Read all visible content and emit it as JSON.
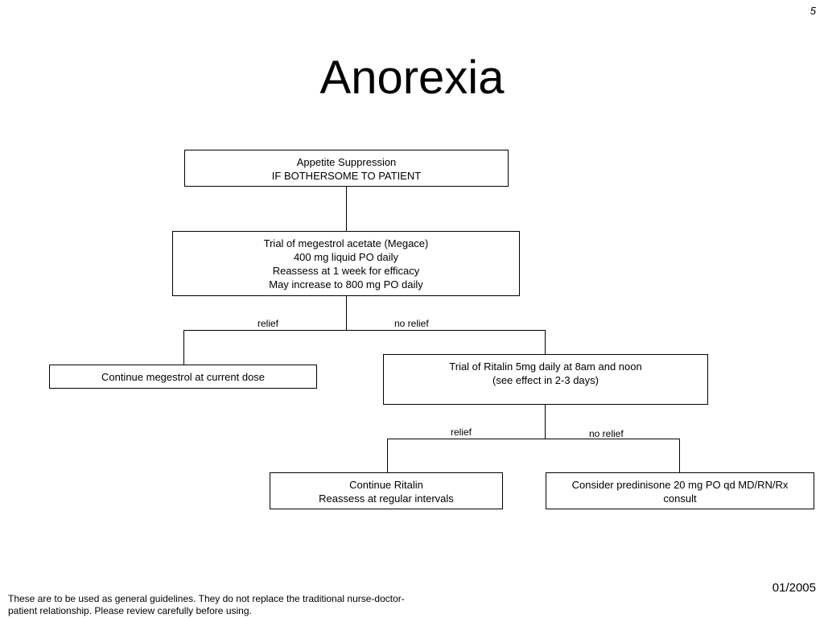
{
  "page_number": "5",
  "title": "Anorexia",
  "nodes": {
    "appetite": [
      "Appetite Suppression",
      "IF BOTHERSOME TO PATIENT"
    ],
    "megace": [
      "Trial of megestrol acetate (Megace)",
      "400 mg liquid PO daily",
      "Reassess at 1 week for efficacy",
      "May increase to 800 mg PO daily"
    ],
    "continue_megestrol": [
      "Continue megestrol at current dose"
    ],
    "ritalin_trial": [
      "Trial of Ritalin 5mg daily at 8am and noon",
      "(see effect in 2-3 days)"
    ],
    "continue_ritalin": [
      "Continue Ritalin",
      "Reassess at regular intervals"
    ],
    "prednisone": [
      "Consider predinisone 20 mg PO qd MD/RN/Rx",
      "consult"
    ]
  },
  "edge_labels": {
    "megace_relief": "relief",
    "megace_no_relief": "no relief",
    "ritalin_relief": "relief",
    "ritalin_no_relief": "no relief"
  },
  "footer": {
    "note": "These are to be used as general guidelines. They do not replace the traditional nurse-doctor-patient relationship. Please review carefully before using.",
    "date": "01/2005"
  }
}
